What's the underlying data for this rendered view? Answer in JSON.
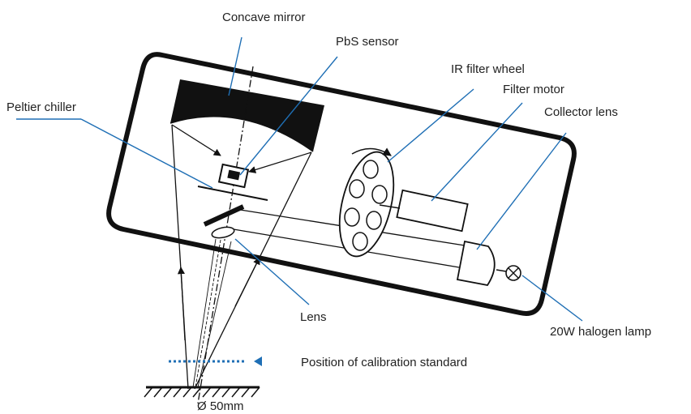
{
  "labels": {
    "concave_mirror": "Concave mirror",
    "pbs_sensor": "PbS sensor",
    "ir_filter_wheel": "IR filter wheel",
    "filter_motor": "Filter motor",
    "collector_lens": "Collector lens",
    "peltier_chiller": "Peltier chiller",
    "lens": "Lens",
    "halogen_lamp": "20W halogen lamp",
    "calibration_position": "Position of calibration standard",
    "spot_diameter": "Ø 50mm"
  },
  "colors": {
    "leader": "#1f6fb5",
    "outline": "#111111",
    "calibration": "#1f6fb5"
  }
}
